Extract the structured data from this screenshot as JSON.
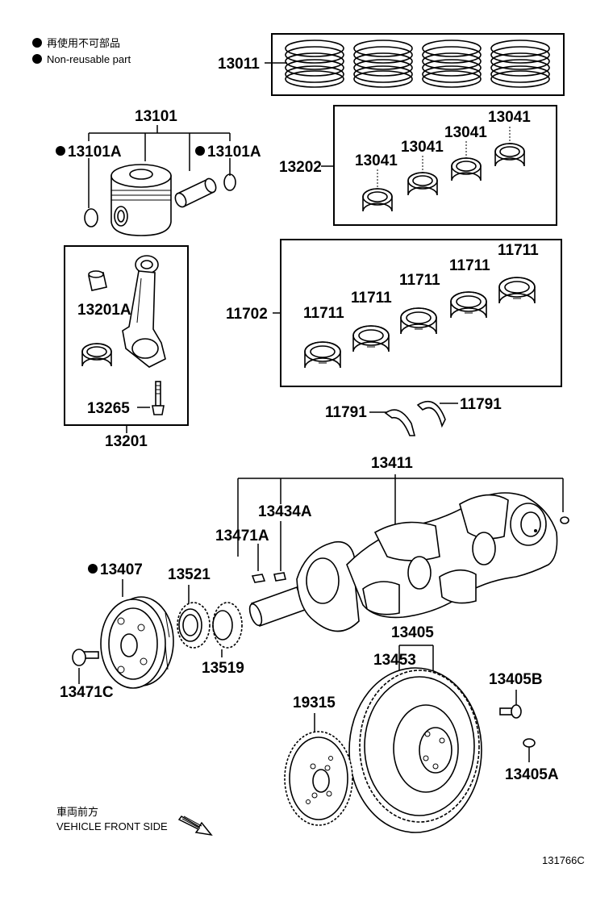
{
  "legend": {
    "line1": "再使用不可部品",
    "line2": "Non-reusable part"
  },
  "labels": {
    "piston_ring_set": "13011",
    "piston_sub_assy": "13101",
    "piston_pin_hole_snap_ring_left": "13101A",
    "piston_pin_hole_snap_ring_right": "13101A",
    "crankshaft_bearing_set": "13202",
    "conrod_bearing_1": "13041",
    "conrod_bearing_2": "13041",
    "conrod_bearing_3": "13041",
    "conrod_bearing_4": "13041",
    "conrod_sub_assy": "13201",
    "conrod_bushing": "13201A",
    "conrod_bolt": "13265",
    "main_bearing_set": "11702",
    "main_bearing_1": "11711",
    "main_bearing_2": "11711",
    "main_bearing_3": "11711",
    "main_bearing_4": "11711",
    "main_bearing_5": "11711",
    "thrust_washer_left": "11791",
    "thrust_washer_right": "11791",
    "crankshaft": "13411",
    "crankshaft_key": "13434A",
    "straight_pin": "13471A",
    "crank_pulley": "13407",
    "crank_timing_gear": "13521",
    "crank_position_sensor_plate": "13519",
    "pulley_bolt": "13471C",
    "flywheel_sub_assy": "13405",
    "ring_gear": "13453",
    "flywheel_bolt": "13405B",
    "flywheel_pin": "13405A",
    "drive_plate": "19315"
  },
  "front_note": {
    "jp": "車両前方",
    "en": "VEHICLE FRONT SIDE"
  },
  "figure_id": "131766C",
  "colors": {
    "ink": "#000000",
    "paper": "#ffffff"
  },
  "icons": [
    "non-reusable-dot-icon",
    "front-direction-arrow-icon"
  ]
}
